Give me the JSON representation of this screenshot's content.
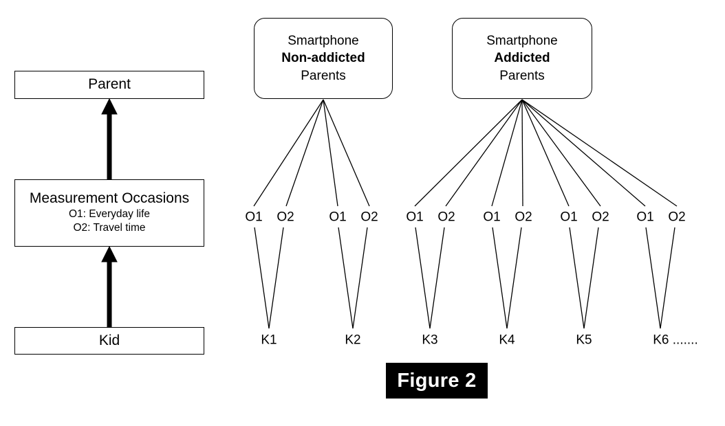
{
  "figure": {
    "caption": "Figure 2",
    "caption_bg": "#000000",
    "caption_fg": "#ffffff"
  },
  "left_panel": {
    "levels": [
      {
        "id": "parent",
        "label": "Parent"
      },
      {
        "id": "measurement-occasions",
        "label": "Measurement Occasions",
        "sub_lines": [
          "O1: Everyday life",
          "O2: Travel time"
        ]
      },
      {
        "id": "kid",
        "label": "Kid"
      }
    ],
    "arrows": [
      {
        "from": "kid",
        "to": "measurement-occasions",
        "direction": "up"
      },
      {
        "from": "measurement-occasions",
        "to": "parent",
        "direction": "up"
      }
    ]
  },
  "right_panel": {
    "groups": [
      {
        "id": "non-addicted",
        "lines": [
          "Smartphone",
          "Non-addicted",
          "Parents"
        ],
        "bold_line_index": 1,
        "kids": [
          {
            "id": "K1",
            "label": "K1",
            "occasions": [
              "O1",
              "O2"
            ]
          },
          {
            "id": "K2",
            "label": "K2",
            "occasions": [
              "O1",
              "O2"
            ]
          }
        ]
      },
      {
        "id": "addicted",
        "lines": [
          "Smartphone",
          "Addicted",
          "Parents"
        ],
        "bold_line_index": 1,
        "kids": [
          {
            "id": "K3",
            "label": "K3",
            "occasions": [
              "O1",
              "O2"
            ]
          },
          {
            "id": "K4",
            "label": "K4",
            "occasions": [
              "O1",
              "O2"
            ]
          },
          {
            "id": "K5",
            "label": "K5",
            "occasions": [
              "O1",
              "O2"
            ]
          },
          {
            "id": "K6",
            "label": "K6 .......",
            "occasions": [
              "O1",
              "O2"
            ]
          }
        ]
      }
    ]
  },
  "occasion_labels": {
    "row": [
      "O1",
      "O2",
      "O1",
      "O2",
      "O1",
      "O2",
      "O1",
      "O2",
      "O1",
      "O2",
      "O1",
      "O2"
    ]
  },
  "kid_labels": {
    "row": [
      "K1",
      "K2",
      "K3",
      "K4",
      "K5",
      "K6 ......."
    ]
  },
  "colors": {
    "stroke": "#000000",
    "background": "#ffffff"
  }
}
